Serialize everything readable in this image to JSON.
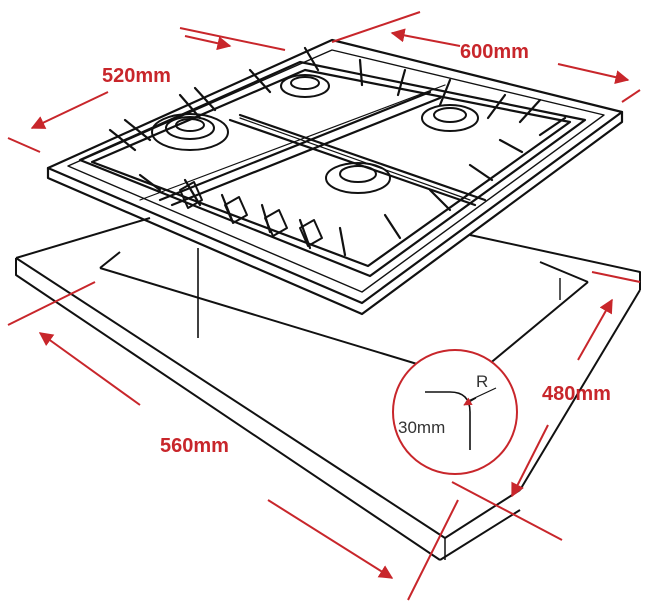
{
  "dimensions": {
    "hob_width": "600mm",
    "hob_depth": "520mm",
    "cutout_width": "560mm",
    "cutout_depth": "480mm"
  },
  "corner_detail": {
    "radius_label": "R",
    "radius_value": "30mm"
  },
  "colors": {
    "accent": "#c8262b",
    "line": "#111111",
    "background": "#ffffff"
  }
}
